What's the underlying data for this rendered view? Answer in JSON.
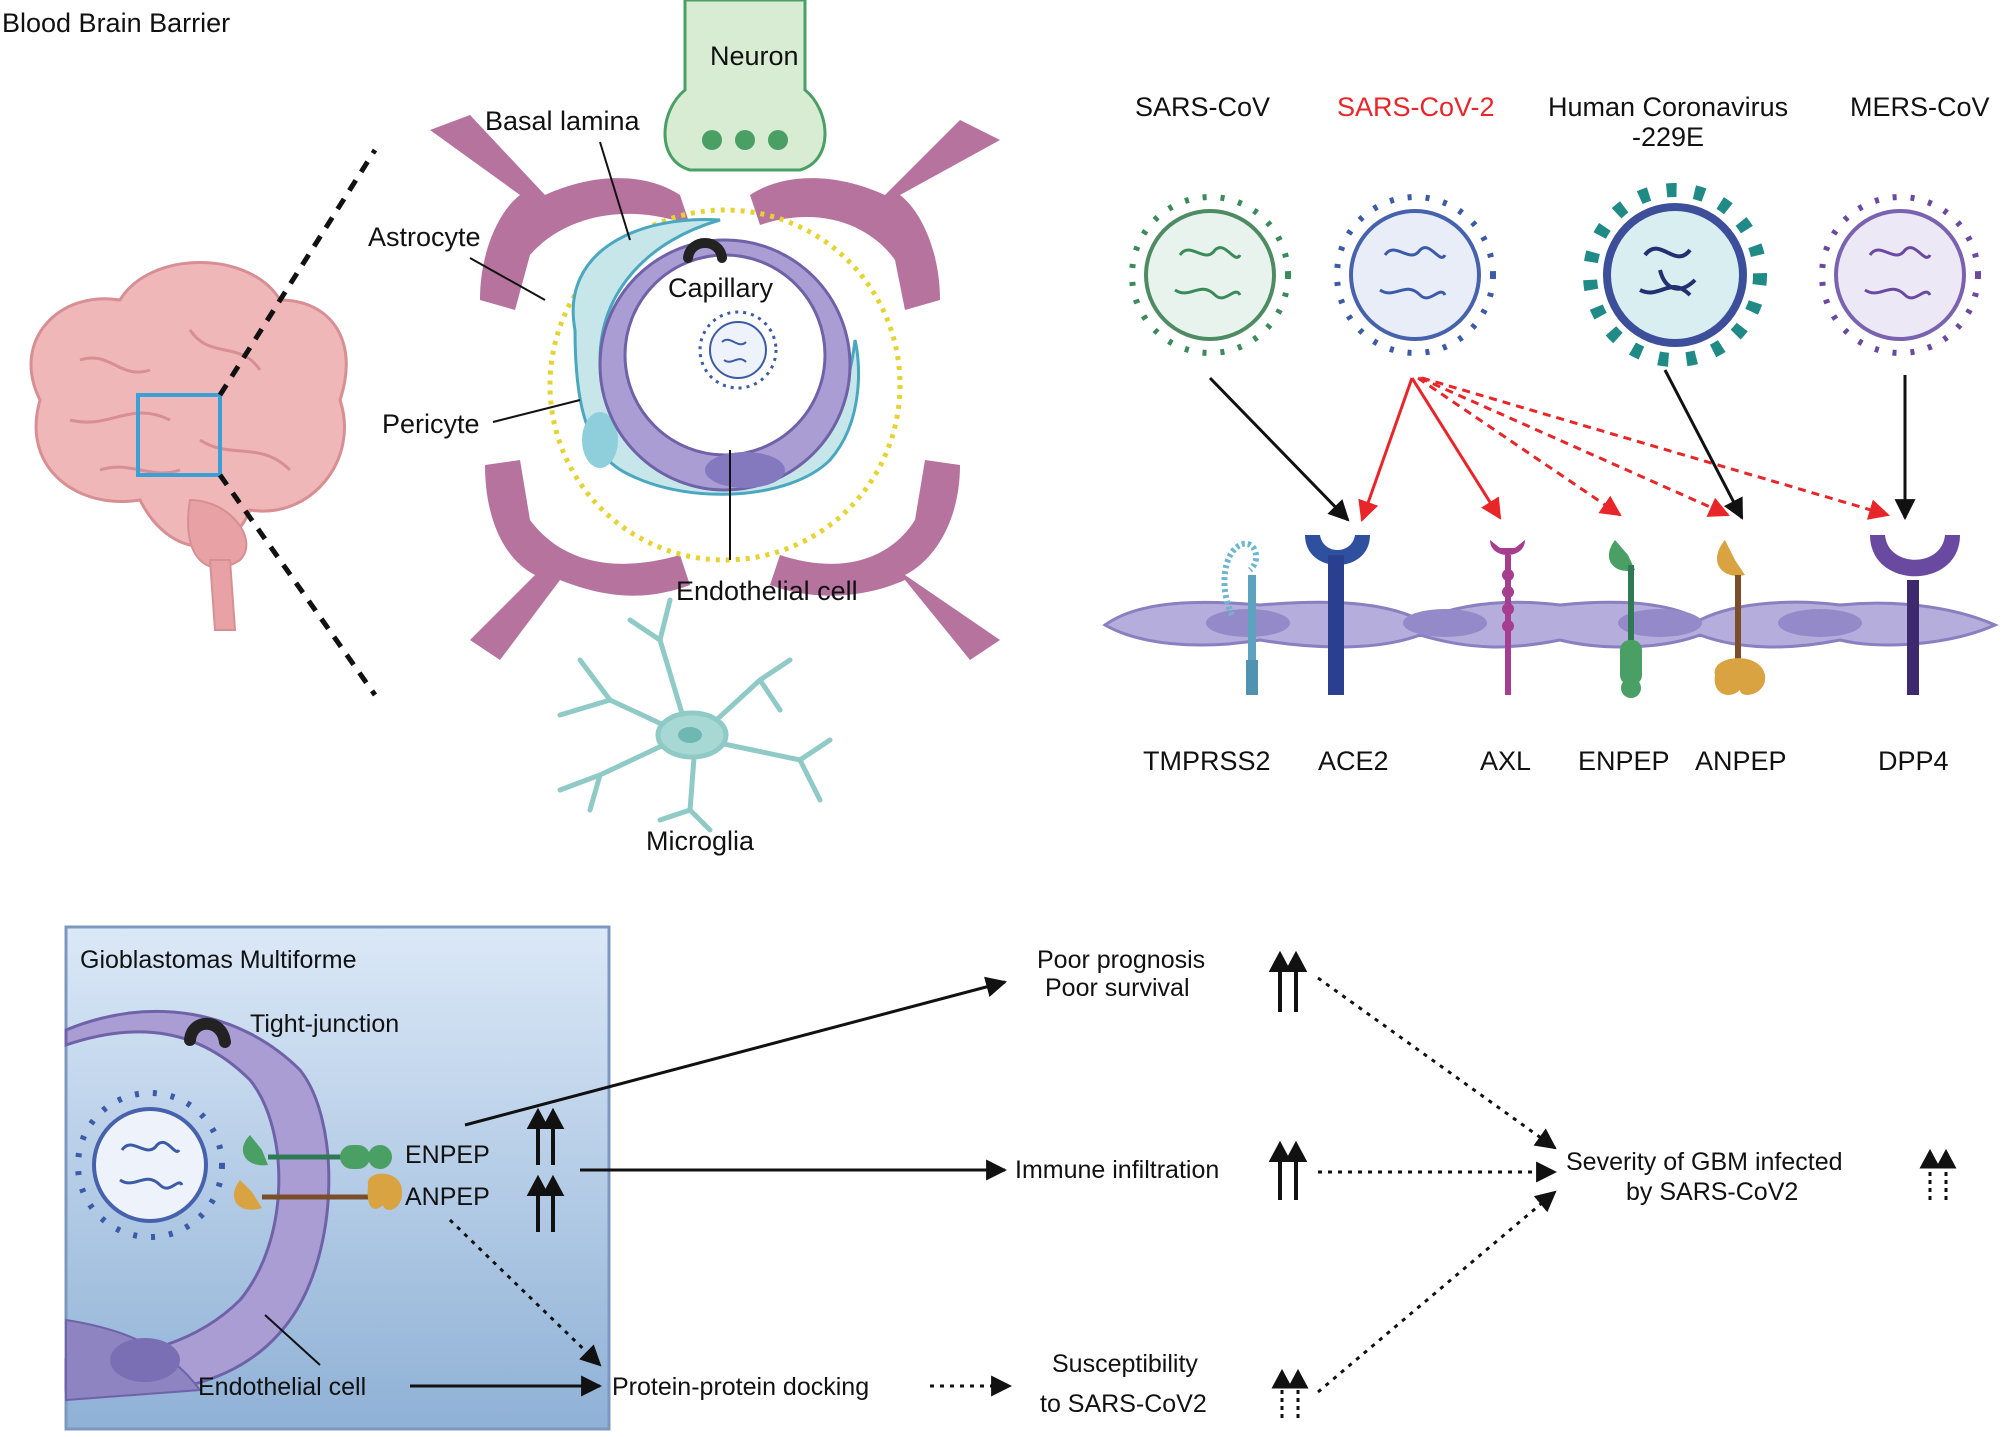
{
  "bbb": {
    "title": "Blood Brain Barrier",
    "labels": {
      "neuron": "Neuron",
      "basal_lamina": "Basal lamina",
      "astrocyte": "Astrocyte",
      "capillary": "Capillary",
      "pericyte": "Pericyte",
      "endothelial_cell": "Endothelial cell",
      "microglia": "Microglia"
    }
  },
  "viruses": [
    {
      "name": "SARS-CoV",
      "color": "#3a8a5a",
      "highlight": false
    },
    {
      "name": "SARS-CoV-2",
      "color": "#3b5ba8",
      "highlight": true,
      "highlight_color": "#e8262a"
    },
    {
      "name_line1": "Human Coronavirus",
      "name_line2": "-229E",
      "color": "#1f8a86",
      "highlight": false
    },
    {
      "name": "MERS-CoV",
      "color": "#6a4aa0",
      "highlight": false
    }
  ],
  "receptors": [
    "TMPRSS2",
    "ACE2",
    "AXL",
    "ENPEP",
    "ANPEP",
    "DPP4"
  ],
  "gbm": {
    "title": "Gioblastomas Multiforme",
    "tight_junction": "Tight-junction",
    "enpep": "ENPEP",
    "anpep": "ANPEP",
    "endothelial_cell": "Endothelial cell"
  },
  "flow": {
    "poor_prognosis_line1": "Poor prognosis",
    "poor_prognosis_line2": "Poor survival",
    "immune_infiltration": "Immune infiltration",
    "severity_line1": "Severity of GBM infected",
    "severity_line2": "by SARS-CoV2",
    "docking": "Protein-protein docking",
    "susceptibility_line1": "Susceptibility",
    "susceptibility_line2": "to SARS-CoV2"
  },
  "colors": {
    "astrocyte": "#b5739e",
    "endothelium": "#a99dd3",
    "pericyte": "#c6e6ea",
    "neuron": "#d7ecd2",
    "microglia": "#a8d8d4",
    "brain": "#f0b7b9",
    "arrow_red": "#e8262a",
    "gbm_panel": "#bcd3ec"
  }
}
